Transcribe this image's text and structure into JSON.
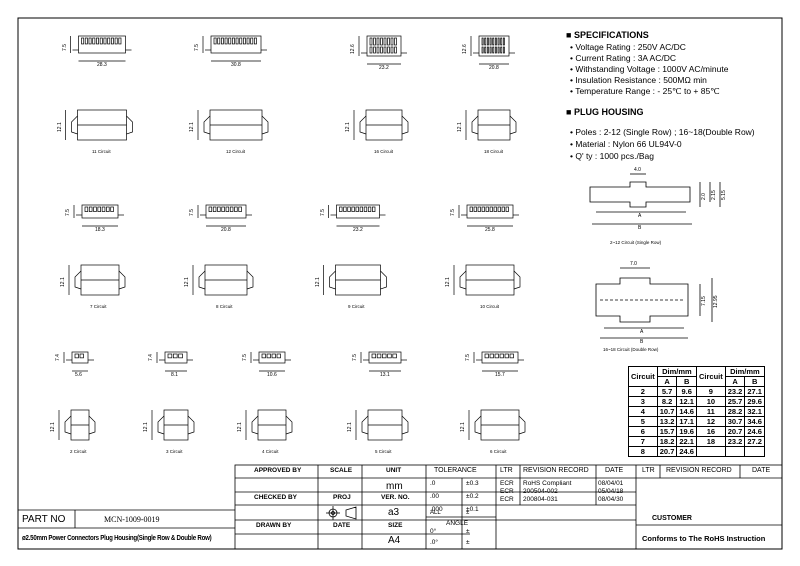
{
  "specs": {
    "spec_title": "SPECIFICATIONS",
    "items": [
      "Voltage Rating : 250V AC/DC",
      "Current Rating : 3A AC/DC",
      "Withstanding Voltage : 1000V AC/minute",
      "Insulation Resistance : 500MΩ min",
      "Temperature Range : - 25℃ to + 85℃"
    ],
    "housing_title": "PLUG HOUSING",
    "housing_items": [
      "Poles : 2-12 (Single Row) ; 16~18(Double Row)",
      "Material : Nylon 66 UL94V-0",
      "Q' ty : 1000 pcs./Bag"
    ]
  },
  "row1": {
    "widths": [
      "28.3",
      "30.8",
      "23.2",
      "20.8"
    ],
    "heights": [
      "7.5",
      "7.5",
      "12.6",
      "12.6"
    ],
    "side_heights": [
      "12.1",
      "12.1",
      "12.1",
      "12.1"
    ],
    "captions": [
      "11 Circuit",
      "12 Circuit",
      "16 Circuit",
      "18 Circuit"
    ]
  },
  "row2": {
    "widths": [
      "18.3",
      "20.8",
      "23.2",
      "25.8"
    ],
    "heights": [
      "7.5",
      "7.5",
      "7.5",
      "7.5"
    ],
    "side_heights": [
      "12.1",
      "12.1",
      "12.1",
      "12.1"
    ],
    "captions": [
      "7 Circuit",
      "8 Circuit",
      "9 Circuit",
      "10 Circuit"
    ]
  },
  "row3": {
    "widths": [
      "5.6",
      "8.1",
      "10.6",
      "13.1",
      "15.7"
    ],
    "heights": [
      "7.4",
      "7.4",
      "7.5",
      "7.5",
      "7.5"
    ],
    "side_heights": [
      "12.1",
      "12.1",
      "12.1",
      "12.1",
      "12.1"
    ],
    "captions": [
      "2 Circuit",
      "3 Circuit",
      "4 Circuit",
      "5 Circuit",
      "6 Circuit"
    ]
  },
  "single_row": {
    "caption": "2~12 Circuit (Single Row)",
    "top_dim": "4.0",
    "side_dims": [
      "2.0",
      "2.15",
      "5.15"
    ],
    "a_label": "A",
    "b_label": "B"
  },
  "double_row": {
    "caption": "16~18 Circuit (Double Row)",
    "top_dim": "7.0",
    "side_dims": [
      "7.15",
      "12.95"
    ],
    "a_label": "A",
    "b_label": "B"
  },
  "circuit_table": {
    "header_circuit": "Circuit",
    "header_dim": "Dim/mm",
    "header_a": "A",
    "header_b": "B",
    "rows": [
      [
        "2",
        "5.7",
        "9.6",
        "9",
        "23.2",
        "27.1"
      ],
      [
        "3",
        "8.2",
        "12.1",
        "10",
        "25.7",
        "29.6"
      ],
      [
        "4",
        "10.7",
        "14.6",
        "11",
        "28.2",
        "32.1"
      ],
      [
        "5",
        "13.2",
        "17.1",
        "12",
        "30.7",
        "34.6"
      ],
      [
        "6",
        "15.7",
        "19.6",
        "16",
        "20.7",
        "24.6"
      ],
      [
        "7",
        "18.2",
        "22.1",
        "18",
        "23.2",
        "27.2"
      ],
      [
        "8",
        "20.7",
        "24.6",
        "",
        "",
        ""
      ]
    ]
  },
  "title_block": {
    "approved_by": "APPROVED BY",
    "scale": "SCALE",
    "unit": "UNIT",
    "unit_value": "mm",
    "checked_by": "CHECKED BY",
    "proj": "PROJ",
    "ver_no": "VER. NO.",
    "ver_value": "a3",
    "drawn_by": "DRAWN BY",
    "date": "DATE",
    "size": "SIZE",
    "size_value": "A4",
    "tolerance": "TOLERANCE",
    "tol_rows": [
      [
        ".0",
        "±0.3"
      ],
      [
        ".00",
        "±0.2"
      ],
      [
        ".000",
        "±0.1"
      ],
      [
        "ALL",
        "±"
      ]
    ],
    "angle": "ANGLE",
    "angle_rows": [
      [
        "0°",
        "±"
      ],
      [
        ".0°",
        "±"
      ]
    ],
    "ltr": "LTR",
    "revision_record": "REVISION RECORD",
    "date_col": "DATE",
    "revisions": [
      [
        "ECR",
        "RoHS Compliant",
        "08/04/01"
      ],
      [
        "ECR",
        "200504-002",
        "05/04/18"
      ],
      [
        "ECR",
        "200804-031",
        "08/04/30"
      ]
    ],
    "ltr2": "LTR",
    "revision_record2": "REVISION RECORD",
    "date_col2": "DATE",
    "customer": "CUSTOMER",
    "rohs_note": "Conforms to The RoHS Instruction",
    "part_no_label": "PART NO",
    "part_no": "MCN-1009-0019",
    "description": "ø2.50mm Power Connectors Plug Housing(Single Row & Double Row)"
  }
}
